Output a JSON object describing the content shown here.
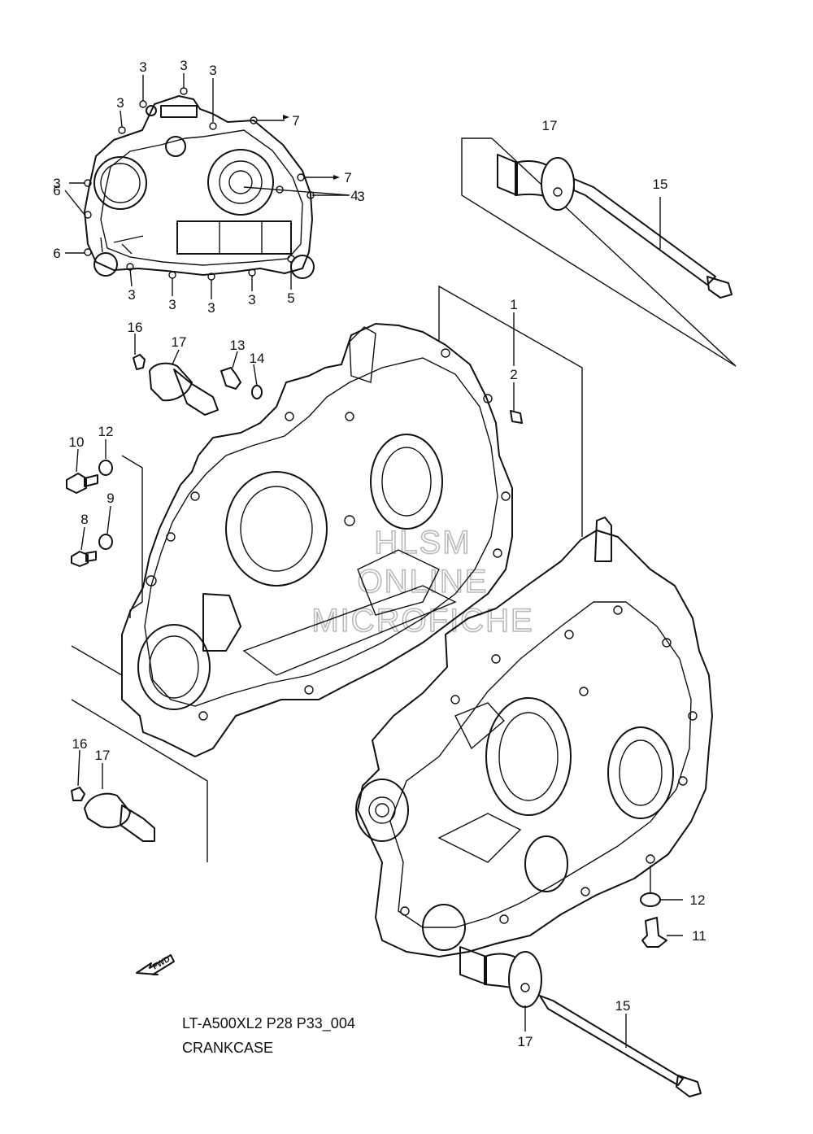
{
  "caption": {
    "code": "LT-A500XL2 P28 P33_004",
    "title": "CRANKCASE"
  },
  "watermark": [
    "HLSM",
    "ONLINE",
    "MICROFICHE"
  ],
  "direction_label": "FWD",
  "inset_callouts": [
    "3",
    "3",
    "3",
    "3",
    "7",
    "3",
    "7",
    "3",
    "6",
    "4",
    "6",
    "3",
    "3",
    "3",
    "3",
    "5"
  ],
  "main_callouts": [
    "17",
    "15",
    "1",
    "2",
    "16",
    "17",
    "13",
    "14",
    "10",
    "12",
    "8",
    "9",
    "16",
    "17",
    "12",
    "11",
    "15",
    "17"
  ]
}
